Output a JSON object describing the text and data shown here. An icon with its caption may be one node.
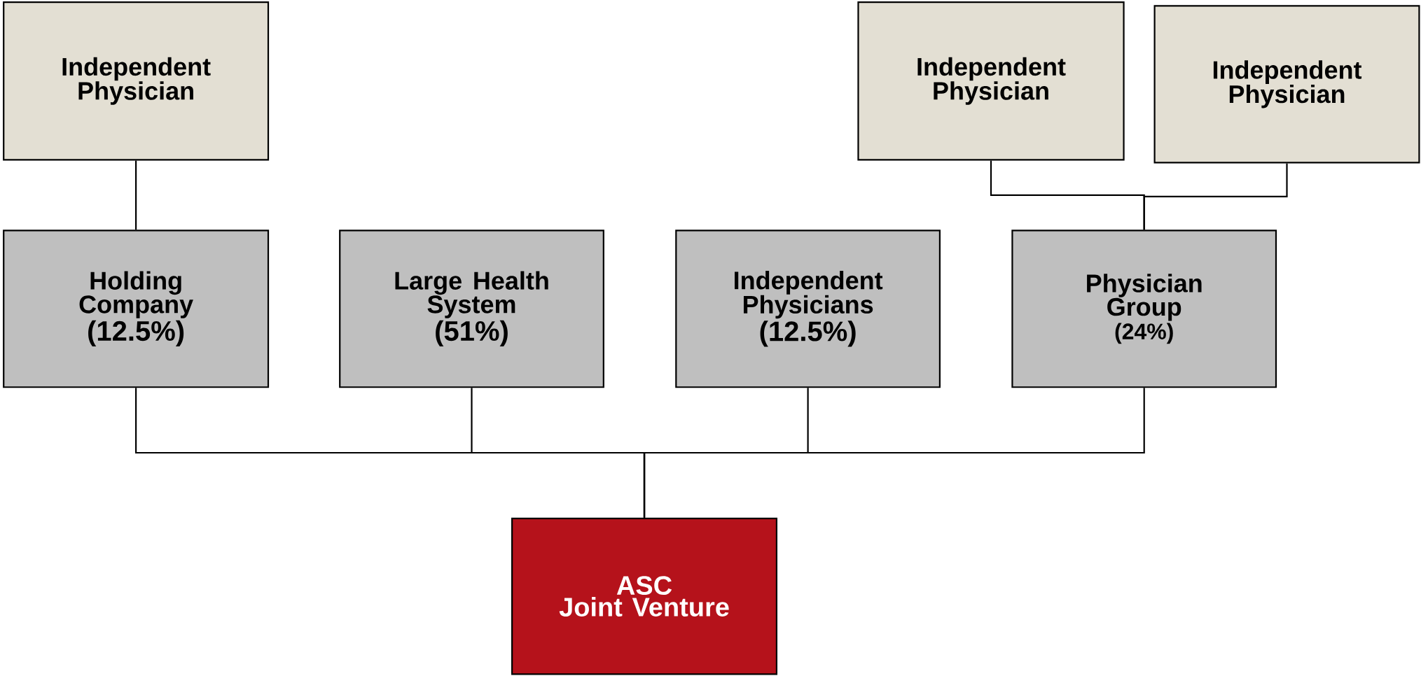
{
  "diagram": {
    "nodes": [
      {
        "text": [
          "Independent Physician"
        ]
      },
      {
        "text": [
          "Independent Physician"
        ]
      },
      {
        "text": [
          "Independent Physician"
        ]
      },
      {
        "text": [
          "Holding Company",
          "(12.5%)"
        ]
      },
      {
        "text": [
          "Large Health System",
          "(51%)"
        ]
      },
      {
        "text": [
          "Independent Physicians",
          "(12.5%)"
        ]
      },
      {
        "text": [
          "Physician Group",
          "(24%)"
        ]
      },
      {
        "text": [
          "ASC",
          "Joint Venture"
        ]
      }
    ],
    "edges": [
      {
        "from": 0,
        "to": 3,
        "arrow": "none"
      },
      {
        "from": 1,
        "to": 6,
        "arrow": "none"
      },
      {
        "from": 2,
        "to": 6,
        "arrow": "none"
      },
      {
        "from": 3,
        "to": 7,
        "arrow": "none"
      },
      {
        "from": 4,
        "to": 7,
        "arrow": "none"
      },
      {
        "from": 5,
        "to": 7,
        "arrow": "none"
      },
      {
        "from": 6,
        "to": 7,
        "arrow": "none"
      }
    ]
  }
}
